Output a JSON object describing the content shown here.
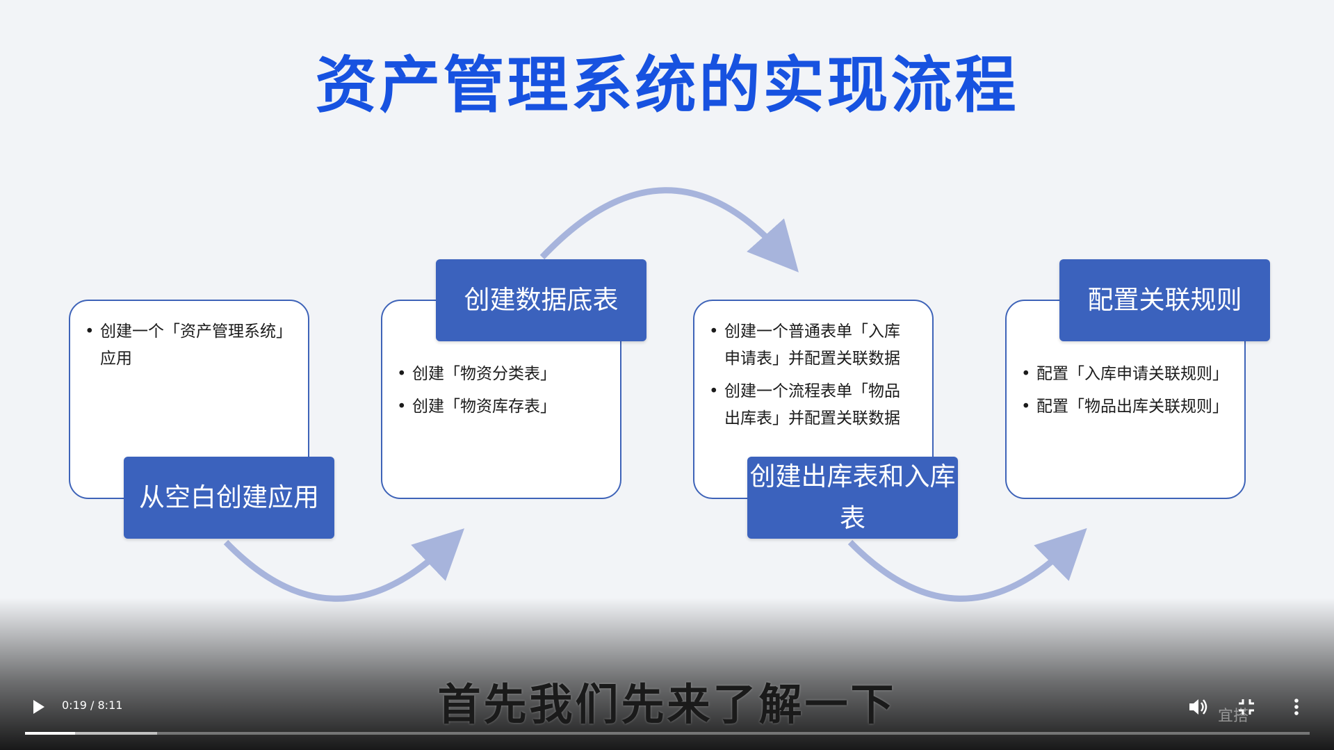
{
  "slide": {
    "title": "资产管理系统的实现流程",
    "steps": [
      {
        "label": "从空白创建应用",
        "bullets": [
          "创建一个「资产管理系统」应用"
        ]
      },
      {
        "label": "创建数据底表",
        "bullets": [
          "创建「物资分类表」",
          "创建「物资库存表」"
        ]
      },
      {
        "label": "创建出库表和入库表",
        "bullets": [
          "创建一个普通表单「入库申请表」并配置关联数据",
          "创建一个流程表单「物品出库表」并配置关联数据"
        ]
      },
      {
        "label": "配置关联规则",
        "bullets": [
          "配置「入库申请关联规则」",
          "配置「物品出库关联规则」"
        ]
      }
    ],
    "colors": {
      "title": "#1752e0",
      "label_bg": "#3b62bd",
      "card_border": "#3e63b8",
      "arrow": "#a7b4dc"
    }
  },
  "caption": "首先我们先来了解一下",
  "player": {
    "time": "0:19 / 8:11",
    "progress": 0.039,
    "buffered": 0.103,
    "watermark": "宜搭",
    "icons": [
      "play-icon",
      "volume-icon",
      "exit-fullscreen-icon",
      "more-vert-icon"
    ]
  }
}
